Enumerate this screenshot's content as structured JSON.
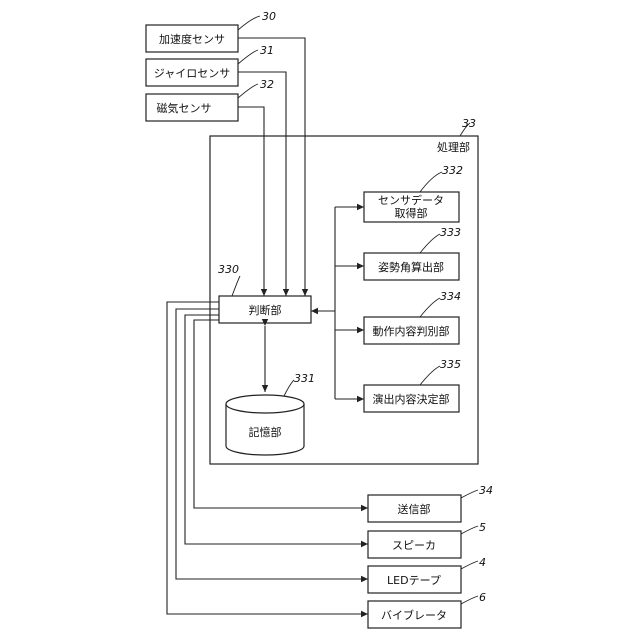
{
  "blocks": {
    "accel": {
      "label": "加速度センサ",
      "ref": "30"
    },
    "gyro": {
      "label": "ジャイロセンサ",
      "ref": "31"
    },
    "mag": {
      "label": "磁気センサ",
      "ref": "32"
    },
    "processing": {
      "label": "処理部",
      "ref": "33"
    },
    "sensor_data": {
      "label_line1": "センサデータ",
      "label_line2": "取得部",
      "ref": "332"
    },
    "posture": {
      "label": "姿勢角算出部",
      "ref": "333"
    },
    "motion": {
      "label": "動作内容判別部",
      "ref": "334"
    },
    "effect": {
      "label": "演出内容決定部",
      "ref": "335"
    },
    "judge": {
      "label": "判断部",
      "ref": "330"
    },
    "storage": {
      "label": "記憶部",
      "ref": "331"
    },
    "transmit": {
      "label": "送信部",
      "ref": "34"
    },
    "speaker": {
      "label": "スピーカ",
      "ref": "5"
    },
    "led": {
      "label": "LEDテープ",
      "ref": "4"
    },
    "vibrator": {
      "label": "バイブレータ",
      "ref": "6"
    }
  }
}
